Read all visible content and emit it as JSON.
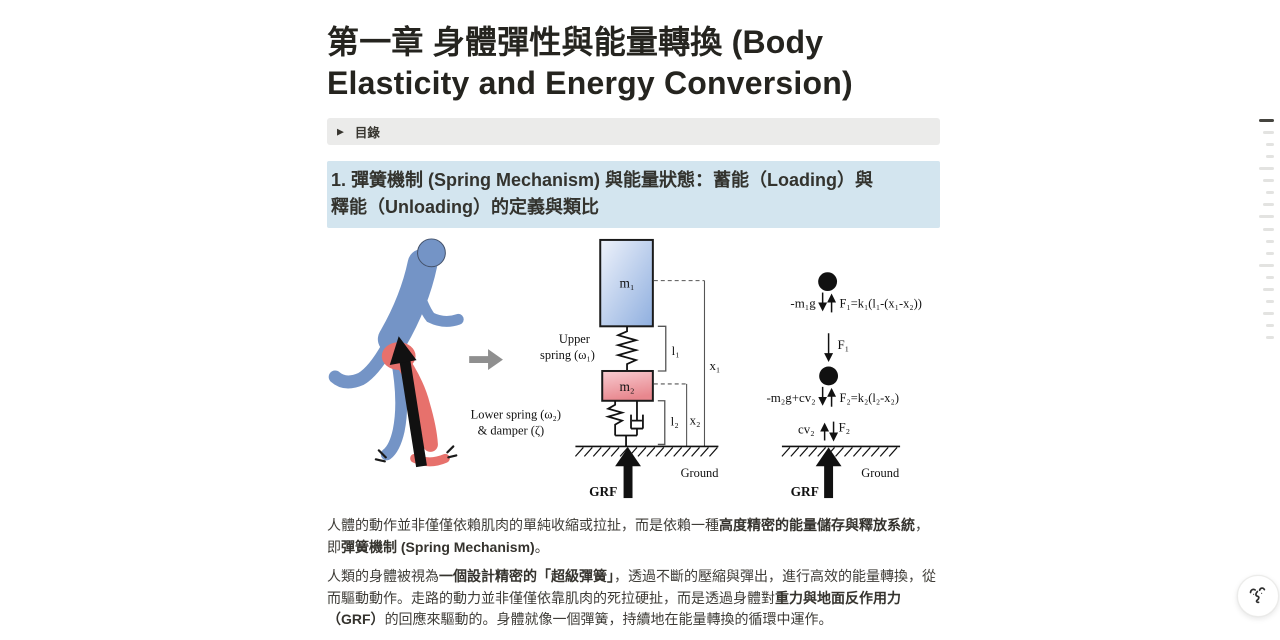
{
  "content": {
    "title_line1": "第一章 身體彈性與能量轉換 (Body",
    "title_line2": "Elasticity and Energy Conversion)",
    "toc": {
      "arrow": "▶",
      "label": "目錄"
    },
    "section_heading": {
      "line1": "1. 彈簧機制 (Spring Mechanism) 與能量狀態：蓄能（Loading）與",
      "line2": "釋能（Unloading）的定義與類比",
      "bg_color": "#d3e5ef"
    },
    "paragraph1": {
      "s1": "人體的動作並非僅僅依賴肌肉的單純收縮或拉扯，而是依賴一種",
      "s2_bold": "高度精密的能量儲存與釋放系統",
      "s3": "，即",
      "s4_bold": "彈簧機制 (Spring Mechanism)",
      "s5": "。"
    },
    "paragraph2": {
      "s1": "人類的身體被視為",
      "s2_bold": "一個設計精密的「超級彈簧」",
      "s3": "，透過不斷的壓縮與彈出，進行高效的能量轉換，從而驅動動作。走路的動力並非僅僅依靠肌肉的死拉硬扯，而是透過身體對",
      "s4_bold": "重力與地面反作用力（GRF）",
      "s5": "的回應來驅動的。身體就像一個彈簧，持續地在能量轉換的循環中運作。"
    }
  },
  "figure": {
    "model": {
      "m1": "m₁",
      "m2": "m₂",
      "upper_label1": "Upper",
      "upper_label2": "spring (ω₁)",
      "lower_label1": "Lower spring (ω₂)",
      "lower_label2": "& damper (ζ)",
      "l1": "l₁",
      "l2": "l₂",
      "x1": "x₁",
      "x2": "x₂",
      "ground": "Ground",
      "grf": "GRF"
    },
    "fbd": {
      "weight1": "-m₁g",
      "force1_eq": "F₁=k₁(l₁-(x₁-x₂))",
      "f1": "F₁",
      "weight2": "-m₂g+cv₂",
      "force2_eq": "F₂=k₂(l₂-x₂)",
      "cv2": "cv₂",
      "f2": "F₂",
      "ground": "Ground",
      "grf": "GRF"
    },
    "colors": {
      "body_blue": "#7494c6",
      "stance_red": "#e7716c",
      "mass1_top": "#eef2fb",
      "mass1_bottom": "#8fafdf",
      "mass2_top": "#f8ccd1",
      "mass2_bottom": "#e8878e",
      "transition_arrow": "#8f8f8f",
      "ink": "#111111"
    }
  },
  "outline": {
    "active_color": "#45443f",
    "inactive_color": "#e3e3e1",
    "bars": [
      {
        "level": 0,
        "active": true
      },
      {
        "level": 1,
        "active": false
      },
      {
        "level": 2,
        "active": false
      },
      {
        "level": 2,
        "active": false
      },
      {
        "level": 0,
        "active": false
      },
      {
        "level": 1,
        "active": false
      },
      {
        "level": 2,
        "active": false
      },
      {
        "level": 1,
        "active": false
      },
      {
        "level": 0,
        "active": false
      },
      {
        "level": 1,
        "active": false
      },
      {
        "level": 2,
        "active": false
      },
      {
        "level": 2,
        "active": false
      },
      {
        "level": 0,
        "active": false
      },
      {
        "level": 2,
        "active": false
      },
      {
        "level": 1,
        "active": false
      },
      {
        "level": 2,
        "active": false
      },
      {
        "level": 1,
        "active": false
      },
      {
        "level": 2,
        "active": false
      },
      {
        "level": 2,
        "active": false
      }
    ]
  },
  "help_button": {
    "icon": "ai-face"
  }
}
